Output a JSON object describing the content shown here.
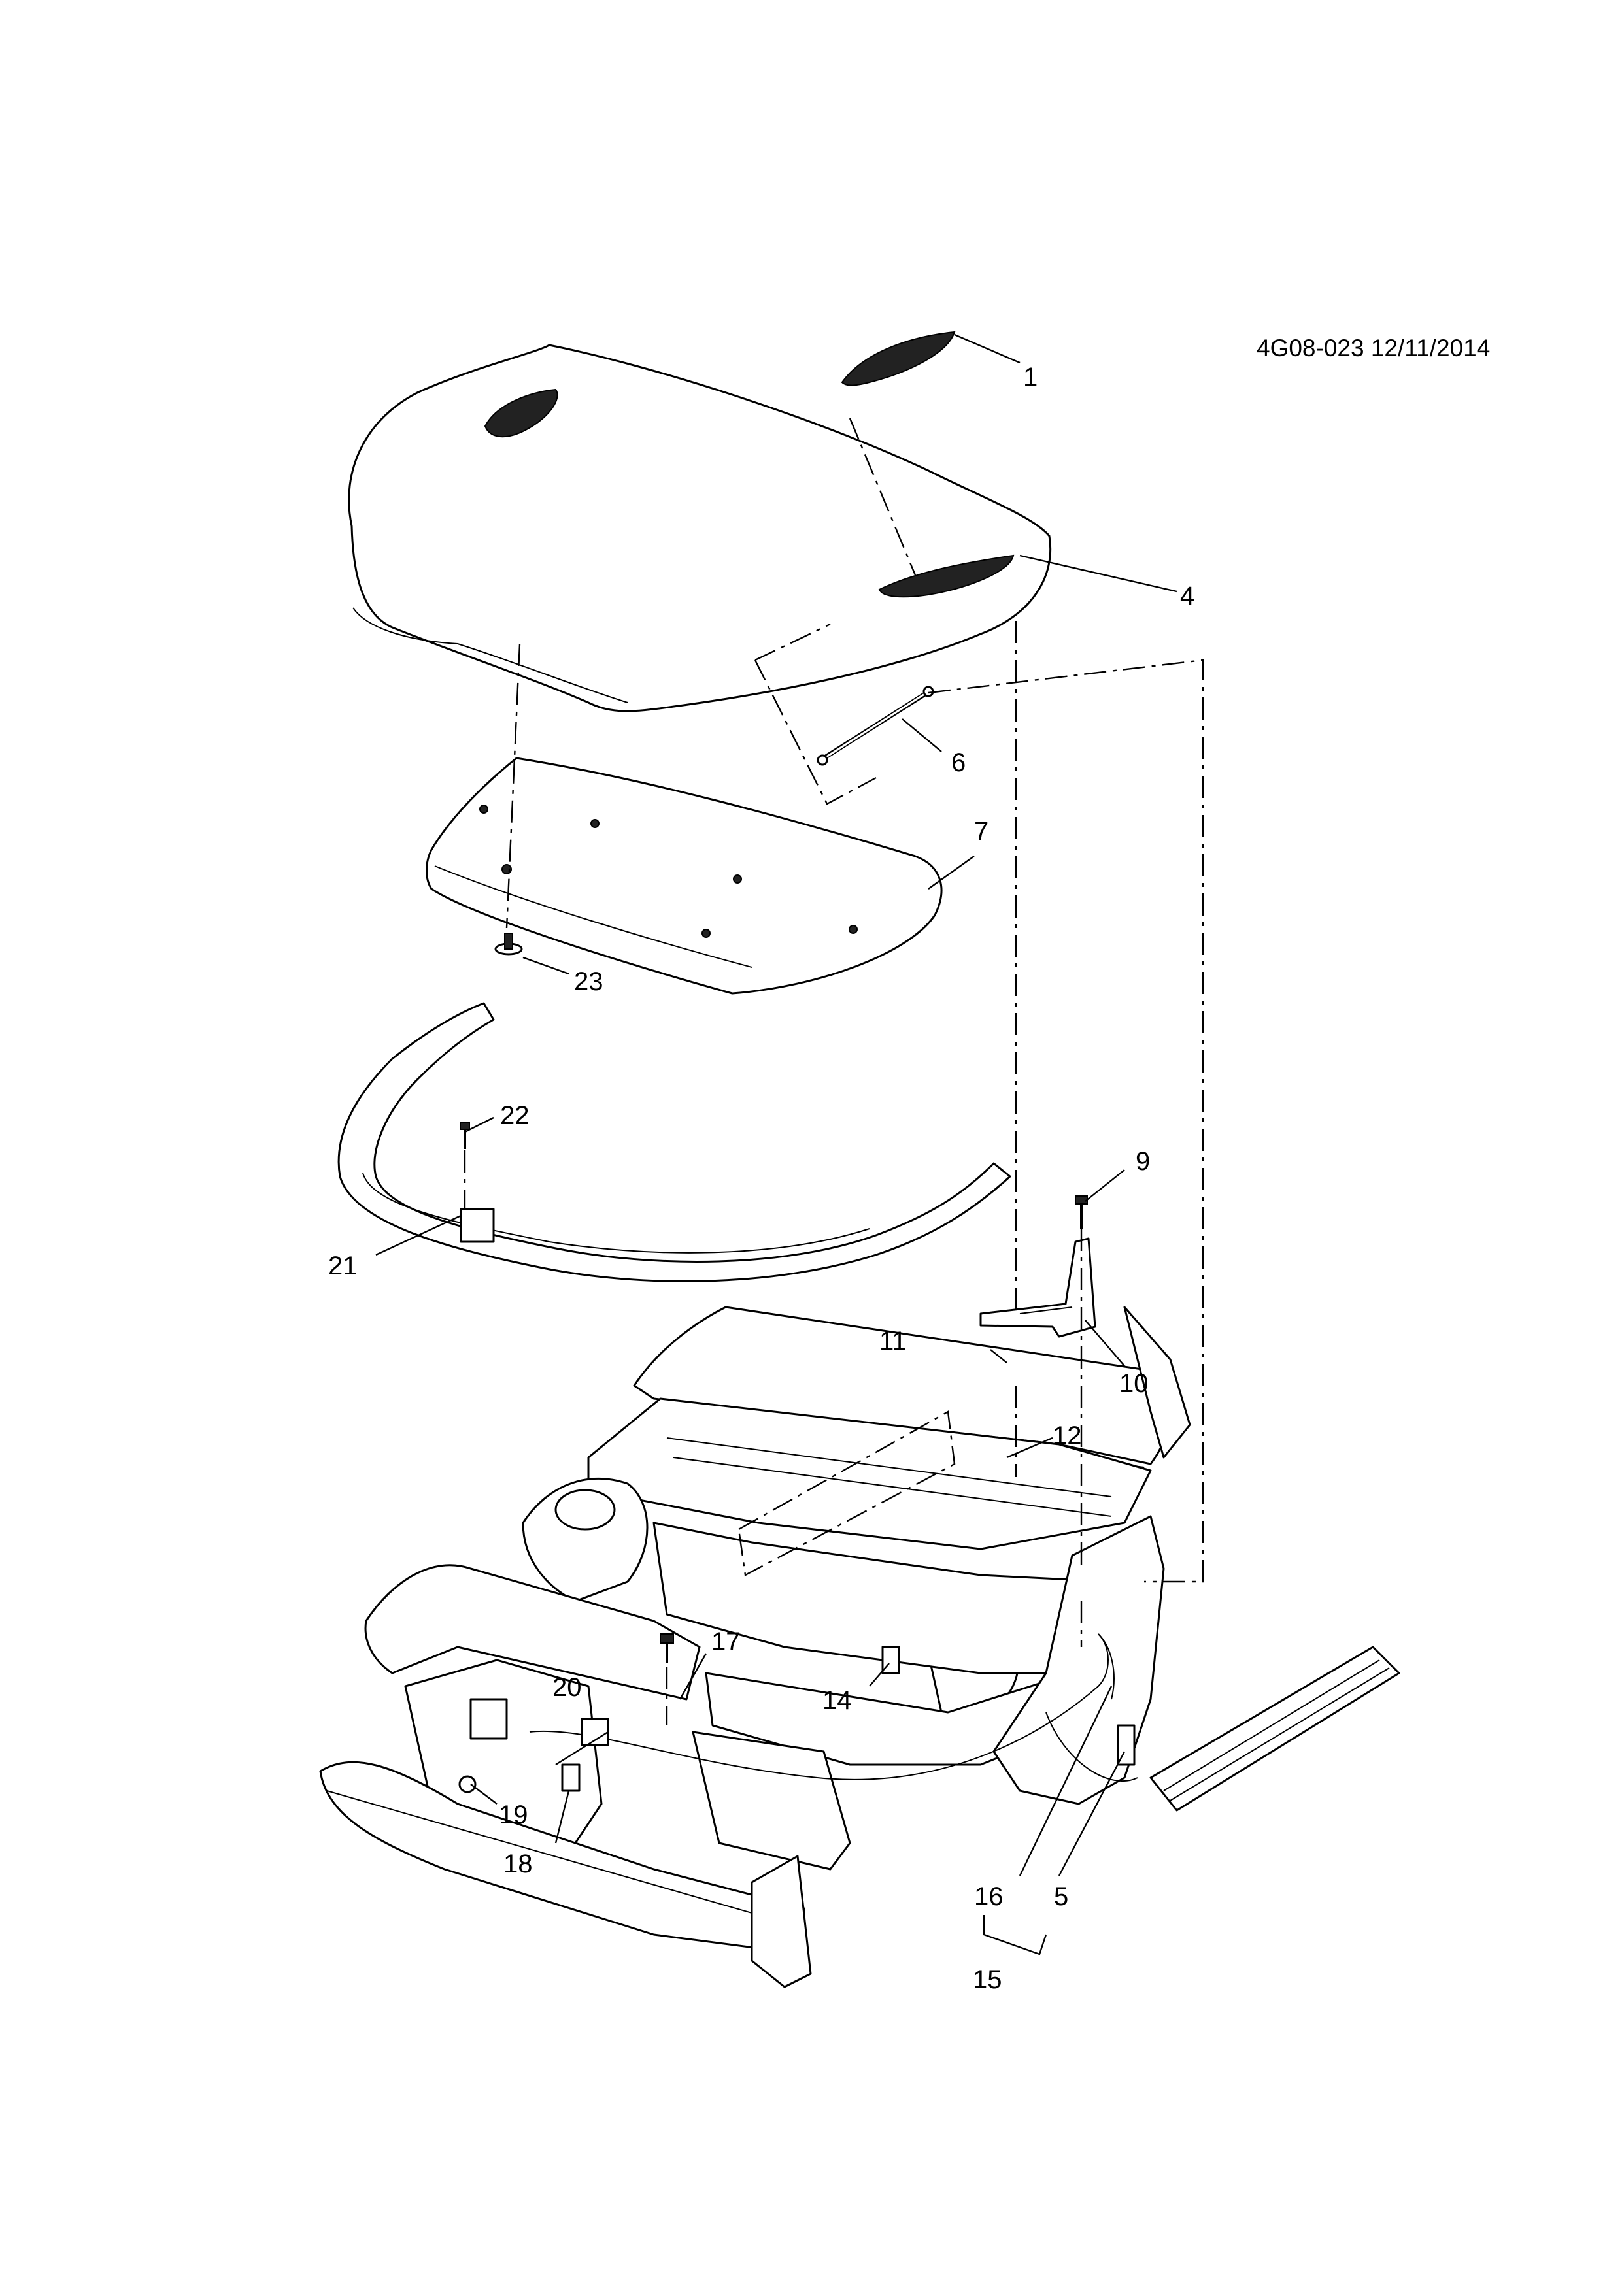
{
  "reference": "4G08-023 12/11/2014",
  "callouts": {
    "c1": "1",
    "c4": "4",
    "c5": "5",
    "c6": "6",
    "c7": "7",
    "c9": "9",
    "c10": "10",
    "c11": "11",
    "c12": "12",
    "c14": "14",
    "c15": "15",
    "c16": "16",
    "c17": "17",
    "c18": "18",
    "c19": "19",
    "c20": "20",
    "c21": "21",
    "c22": "22",
    "c23": "23"
  }
}
